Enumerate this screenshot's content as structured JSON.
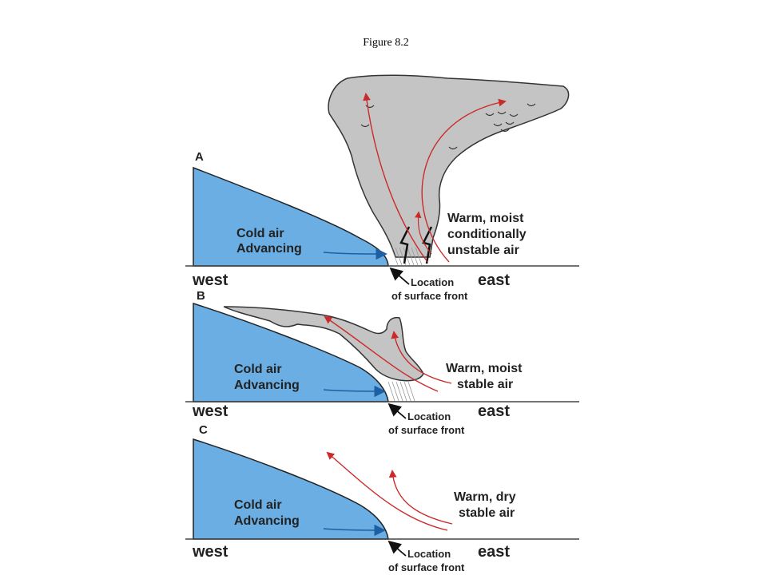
{
  "figure_caption": "Figure 8.2",
  "panels": [
    {
      "letter": "A",
      "cold_air": [
        "Cold air",
        "Advancing"
      ],
      "warm_air": [
        "Warm, moist",
        "conditionally",
        "unstable air"
      ],
      "west": "west",
      "east": "east",
      "front": [
        "Location",
        "of surface front"
      ]
    },
    {
      "letter": "B",
      "cold_air": [
        "Cold air",
        "Advancing"
      ],
      "warm_air": [
        "Warm, moist",
        "stable air"
      ],
      "west": "west",
      "east": "east",
      "front": [
        "Location",
        "of surface front"
      ]
    },
    {
      "letter": "C",
      "cold_air": [
        "Cold air",
        "Advancing"
      ],
      "warm_air": [
        "Warm, dry",
        "stable air"
      ],
      "west": "west",
      "east": "east",
      "front": [
        "Location",
        "of surface front"
      ]
    }
  ],
  "colors": {
    "cold_air": "#6aaee3",
    "cloud": "#c4c4c4",
    "warm_arrow": "#cc2a2a",
    "cold_arrow": "#1d5fa0",
    "outline": "#333333"
  }
}
